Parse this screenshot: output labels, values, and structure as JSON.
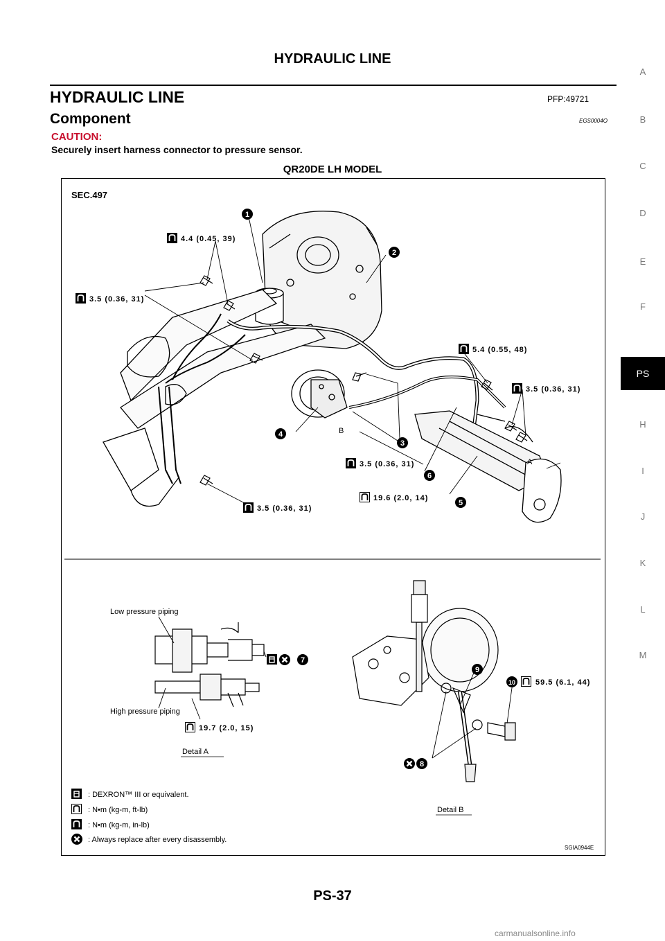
{
  "header": {
    "running_title": "HYDRAULIC LINE"
  },
  "section": {
    "title": "HYDRAULIC LINE",
    "pfp": "PFP:49721",
    "subtitle": "Component",
    "egs": "EGS0004O"
  },
  "caution": {
    "label": "CAUTION:",
    "text": "Securely insert harness connector to pressure sensor."
  },
  "figure": {
    "title": "QR20DE LH MODEL",
    "sec": "SEC.497",
    "torques": [
      "4.4 (0.45, 39)",
      "3.5 (0.36, 31)",
      "5.4 (0.55, 48)",
      "3.5 (0.36, 31)",
      "3.5 (0.36, 31)",
      "19.6 (2.0, 14)",
      "3.5 (0.36, 31)",
      "19.7 (2.0, 15)",
      "59.5 (6.1, 44)"
    ],
    "part_numbers": [
      "1",
      "2",
      "3",
      "4",
      "5",
      "6",
      "7",
      "8",
      "9",
      "10"
    ],
    "letters": {
      "a": "A",
      "b": "B"
    },
    "detail_a": "Detail A",
    "detail_b": "Detail B",
    "low_pressure": "Low pressure piping",
    "high_pressure": "High pressure piping",
    "legend": [
      ": DEXRON™ III or equivalent.",
      ": N•m (kg-m, ft-lb)",
      ": N•m (kg-m, in-lb)",
      ": Always replace after every disassembly."
    ],
    "code": "SGIA0944E"
  },
  "index_tabs": [
    "A",
    "B",
    "C",
    "D",
    "E",
    "F",
    "PS",
    "H",
    "I",
    "J",
    "K",
    "L",
    "M"
  ],
  "active_tab": "PS",
  "page_number": "PS-37",
  "watermark": "carmanualsonline.info"
}
